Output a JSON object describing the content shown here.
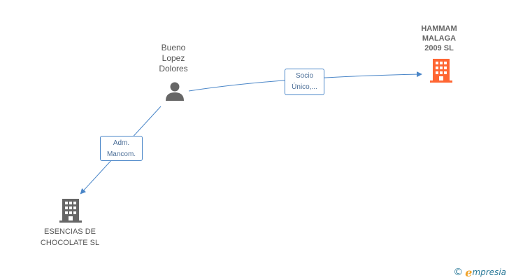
{
  "nodes": {
    "person": {
      "name": "Bueno\nLopez\nDolores",
      "icon": "person-icon"
    },
    "company_main": {
      "name": "HAMMAM\nMALAGA\n2009 SL",
      "icon": "building-icon",
      "color": "#ff6633"
    },
    "company_secondary": {
      "name": "ESENCIAS DE\nCHOCOLATE SL",
      "icon": "building-icon",
      "color": "#666666"
    }
  },
  "edges": {
    "socio": {
      "line1": "Socio",
      "line2": "Único,..."
    },
    "adm": {
      "line1": "Adm.",
      "line2": "Mancom."
    }
  },
  "colors": {
    "edge": "#4a86c8",
    "person": "#666666"
  },
  "footer": {
    "copyright": "©",
    "brand_initial": "e",
    "brand_rest": "mpresia"
  }
}
